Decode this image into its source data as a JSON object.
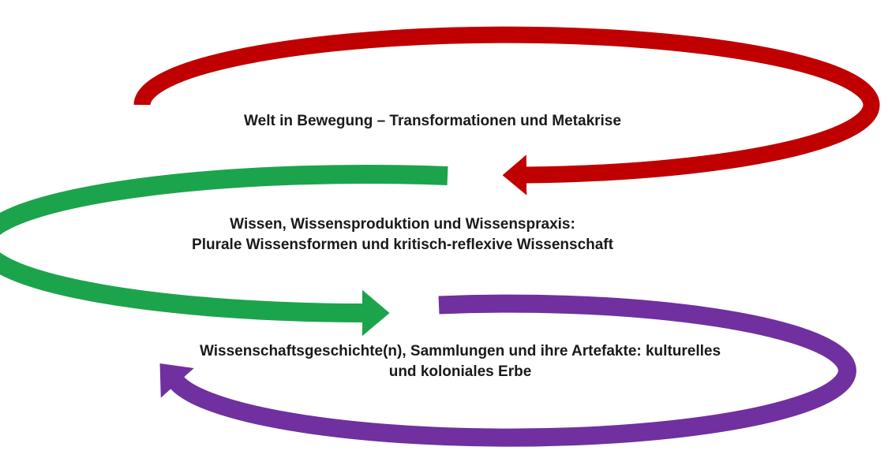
{
  "background_color": "#ffffff",
  "text_color": "#1a1a1a",
  "arrows": {
    "red": {
      "color": "#C00000",
      "label_lines": [
        "Welt in Bewegung – Transformationen und Metakrise"
      ]
    },
    "green": {
      "color": "#1CA44C",
      "label_lines": [
        "Wissen, Wissensproduktion und Wissenspraxis:",
        "Plurale Wissensformen und kritisch-reflexive Wissenschaft"
      ]
    },
    "purple": {
      "color": "#7030A0",
      "label_lines": [
        "Wissenschaftsgeschichte(n), Sammlungen und ihre Artefakte: kulturelles",
        "und koloniales Erbe"
      ]
    }
  }
}
